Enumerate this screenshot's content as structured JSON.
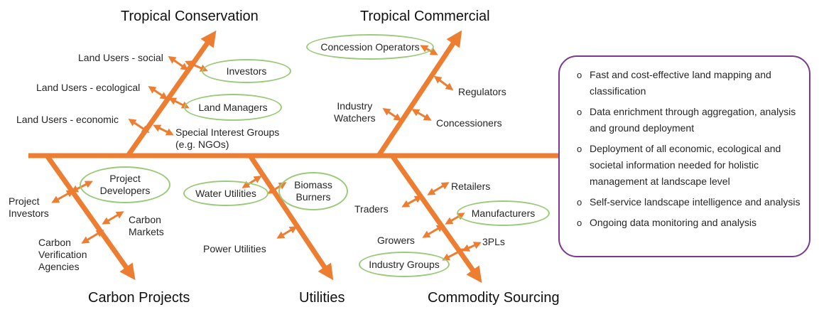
{
  "titles": {
    "tropical_conservation": "Tropical Conservation",
    "tropical_commercial": "Tropical Commercial",
    "carbon_projects": "Carbon Projects",
    "utilities": "Utilities",
    "commodity_sourcing": "Commodity Sourcing"
  },
  "conservation": {
    "land_users_social": "Land Users - social",
    "investors": "Investors",
    "land_users_ecological": "Land Users - ecological",
    "land_managers": "Land Managers",
    "land_users_economic": "Land Users - economic",
    "special_interest_line1": "Special Interest Groups",
    "special_interest_line2": "(e.g. NGOs)"
  },
  "commercial": {
    "concession_operators": "Concession Operators",
    "regulators": "Regulators",
    "industry_watchers_line1": "Industry",
    "industry_watchers_line2": "Watchers",
    "concessioners": "Concessioners"
  },
  "carbon": {
    "project_developers_line1": "Project",
    "project_developers_line2": "Developers",
    "project_investors_line1": "Project",
    "project_investors_line2": "Investors",
    "carbon_markets_line1": "Carbon",
    "carbon_markets_line2": "Markets",
    "carbon_verification_line1": "Carbon",
    "carbon_verification_line2": "Verification",
    "carbon_verification_line3": "Agencies"
  },
  "utilities": {
    "water_utilities": "Water Utilities",
    "biomass_burners_line1": "Biomass",
    "biomass_burners_line2": "Burners",
    "power_utilities": "Power Utilities"
  },
  "sourcing": {
    "retailers": "Retailers",
    "traders": "Traders",
    "manufacturers": "Manufacturers",
    "growers": "Growers",
    "three_pls": "3PLs",
    "industry_groups": "Industry Groups"
  },
  "capabilities": [
    {
      "bullet": "o",
      "text": "Fast and cost-effective land mapping and classification"
    },
    {
      "bullet": "o",
      "text": "Data enrichment through aggregation, analysis and ground deployment"
    },
    {
      "bullet": "o",
      "text": "Deployment of all economic, ecological and societal information needed for holistic management at landscape level"
    },
    {
      "bullet": "o",
      "text": "Self-service landscape intelligence and analysis"
    },
    {
      "bullet": "o",
      "text": "Ongoing data monitoring and analysis"
    }
  ],
  "colors": {
    "arrow": "#ed7d31",
    "oval_border": "#9bcb7a",
    "panel_border": "#7a3a8f"
  }
}
